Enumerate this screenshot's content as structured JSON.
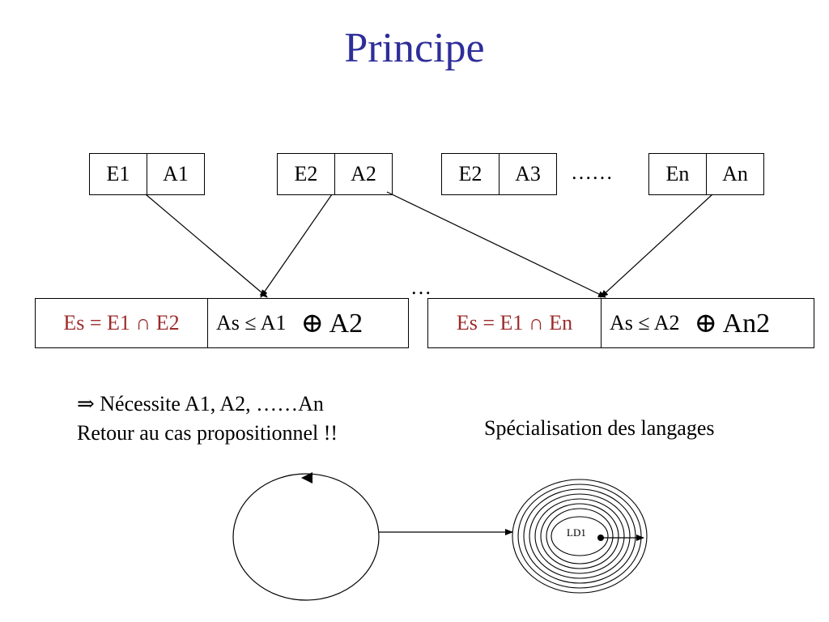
{
  "title": "Principe",
  "pairs": [
    {
      "e": "E1",
      "a": "A1"
    },
    {
      "e": "E2",
      "a": "A2"
    },
    {
      "e": "E2",
      "a": "A3"
    },
    {
      "e": "En",
      "a": "An"
    }
  ],
  "pairs_ellipsis": "……",
  "middle_ellipsis": "…",
  "results": [
    {
      "left": "Es = E1 ∩ E2",
      "right": "As ≤ A1",
      "op": "⊕ A2"
    },
    {
      "left": "Es = E1 ∩ En",
      "right": "As ≤ A2",
      "op": "⊕ An2"
    }
  ],
  "note": {
    "line1": "⇒ Nécessite A1, A2, ……An",
    "line2": "Retour au cas propositionnel !!"
  },
  "specialisation": "Spécialisation des langages",
  "ld1": "LD1",
  "colors": {
    "title": "#2e2e9a",
    "result_left": "#9c2a2a"
  }
}
